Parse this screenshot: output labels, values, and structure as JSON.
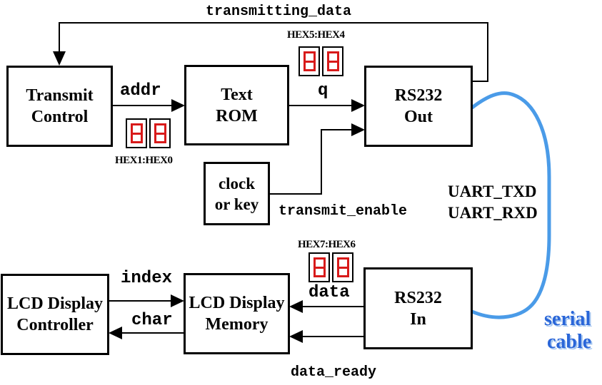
{
  "boxes": {
    "transmit_control": {
      "line1": "Transmit",
      "line2": "Control"
    },
    "text_rom": {
      "line1": "Text",
      "line2": "ROM"
    },
    "rs232_out": {
      "line1": "RS232",
      "line2": "Out"
    },
    "clock_or_key": {
      "line1": "clock",
      "line2": "or key"
    },
    "lcd_display_controller": {
      "line1": "LCD Display",
      "line2": "Controller"
    },
    "lcd_display_memory": {
      "line1": "LCD Display",
      "line2": "Memory"
    },
    "rs232_in": {
      "line1": "RS232",
      "line2": "In"
    }
  },
  "signal_labels": {
    "transmitting_data": "transmitting_data",
    "addr": "addr",
    "q": "q",
    "transmit_enable": "transmit_enable",
    "index": "index",
    "char": "char",
    "data": "data",
    "data_ready": "data_ready"
  },
  "uart_labels": {
    "txd": "UART_TXD",
    "rxd": "UART_RXD"
  },
  "hex_displays": {
    "hex5_hex4": {
      "label": "HEX5:HEX4",
      "digits": [
        "8",
        "8"
      ]
    },
    "hex1_hex0": {
      "label": "HEX1:HEX0",
      "digits": [
        "8",
        "8"
      ]
    },
    "hex7_hex6": {
      "label": "HEX7:HEX6",
      "digits": [
        "8",
        "8"
      ]
    }
  },
  "serial_cable": {
    "word1": "serial",
    "word2": "cable"
  },
  "colors": {
    "box_border": "#000000",
    "wire": "#000000",
    "segment_red": "#d81a1a",
    "cable_blue": "#4a9be8",
    "cable_text": "#2a66d8",
    "cable_text_shadow": "#a8c8f0"
  }
}
